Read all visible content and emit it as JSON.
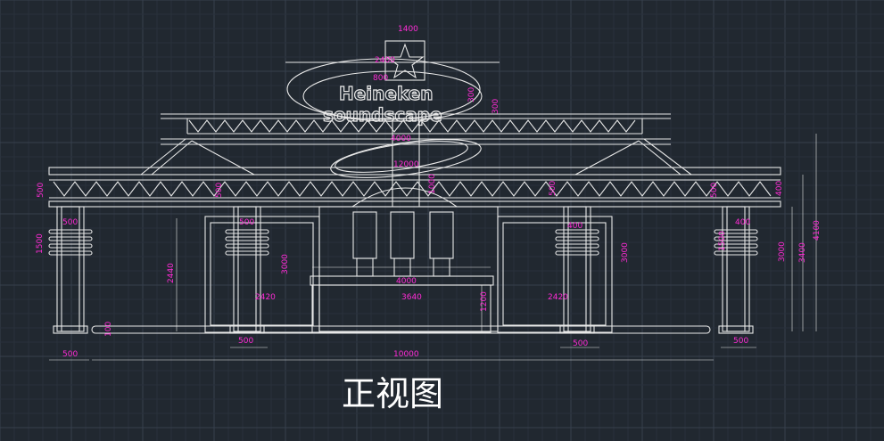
{
  "drawing": {
    "title": "正视图",
    "logo_line1": "Heineken",
    "logo_line2": "soundscape",
    "colors": {
      "background": "#212830",
      "grid_major": "#36404d",
      "grid_minor": "#29313b",
      "lines": "#e8e8e8",
      "dimensions": "#ff2bd6"
    },
    "dimensions": {
      "star_box_width": "1400",
      "logo_width": "2400",
      "logo_small": "800",
      "logo_height": "300",
      "logo_side": "300",
      "upper_span": "4000",
      "central_span": "12000",
      "truss_height": "400",
      "mid_column": "1000",
      "left_truss": "500",
      "left_band": "500",
      "left_band_height": "1500",
      "left_col_band": "500",
      "right_col_band": "400",
      "right_band": "500",
      "right_band_side": "500",
      "panel_height_left": "2440",
      "col_height_left": "3000",
      "panel_width_left": "2420",
      "center_width": "4000",
      "stage_width": "3640",
      "stage_height": "1200",
      "panel_width_right": "2420",
      "col_height_right": "3000",
      "overall_3000": "3000",
      "overall_3400": "3400",
      "overall_4100": "4100",
      "base_offset": "100",
      "col_width_left": "500",
      "col_width_mid": "500",
      "col_width_right_mid": "500",
      "col_width_right": "500",
      "total_width": "10000"
    }
  }
}
